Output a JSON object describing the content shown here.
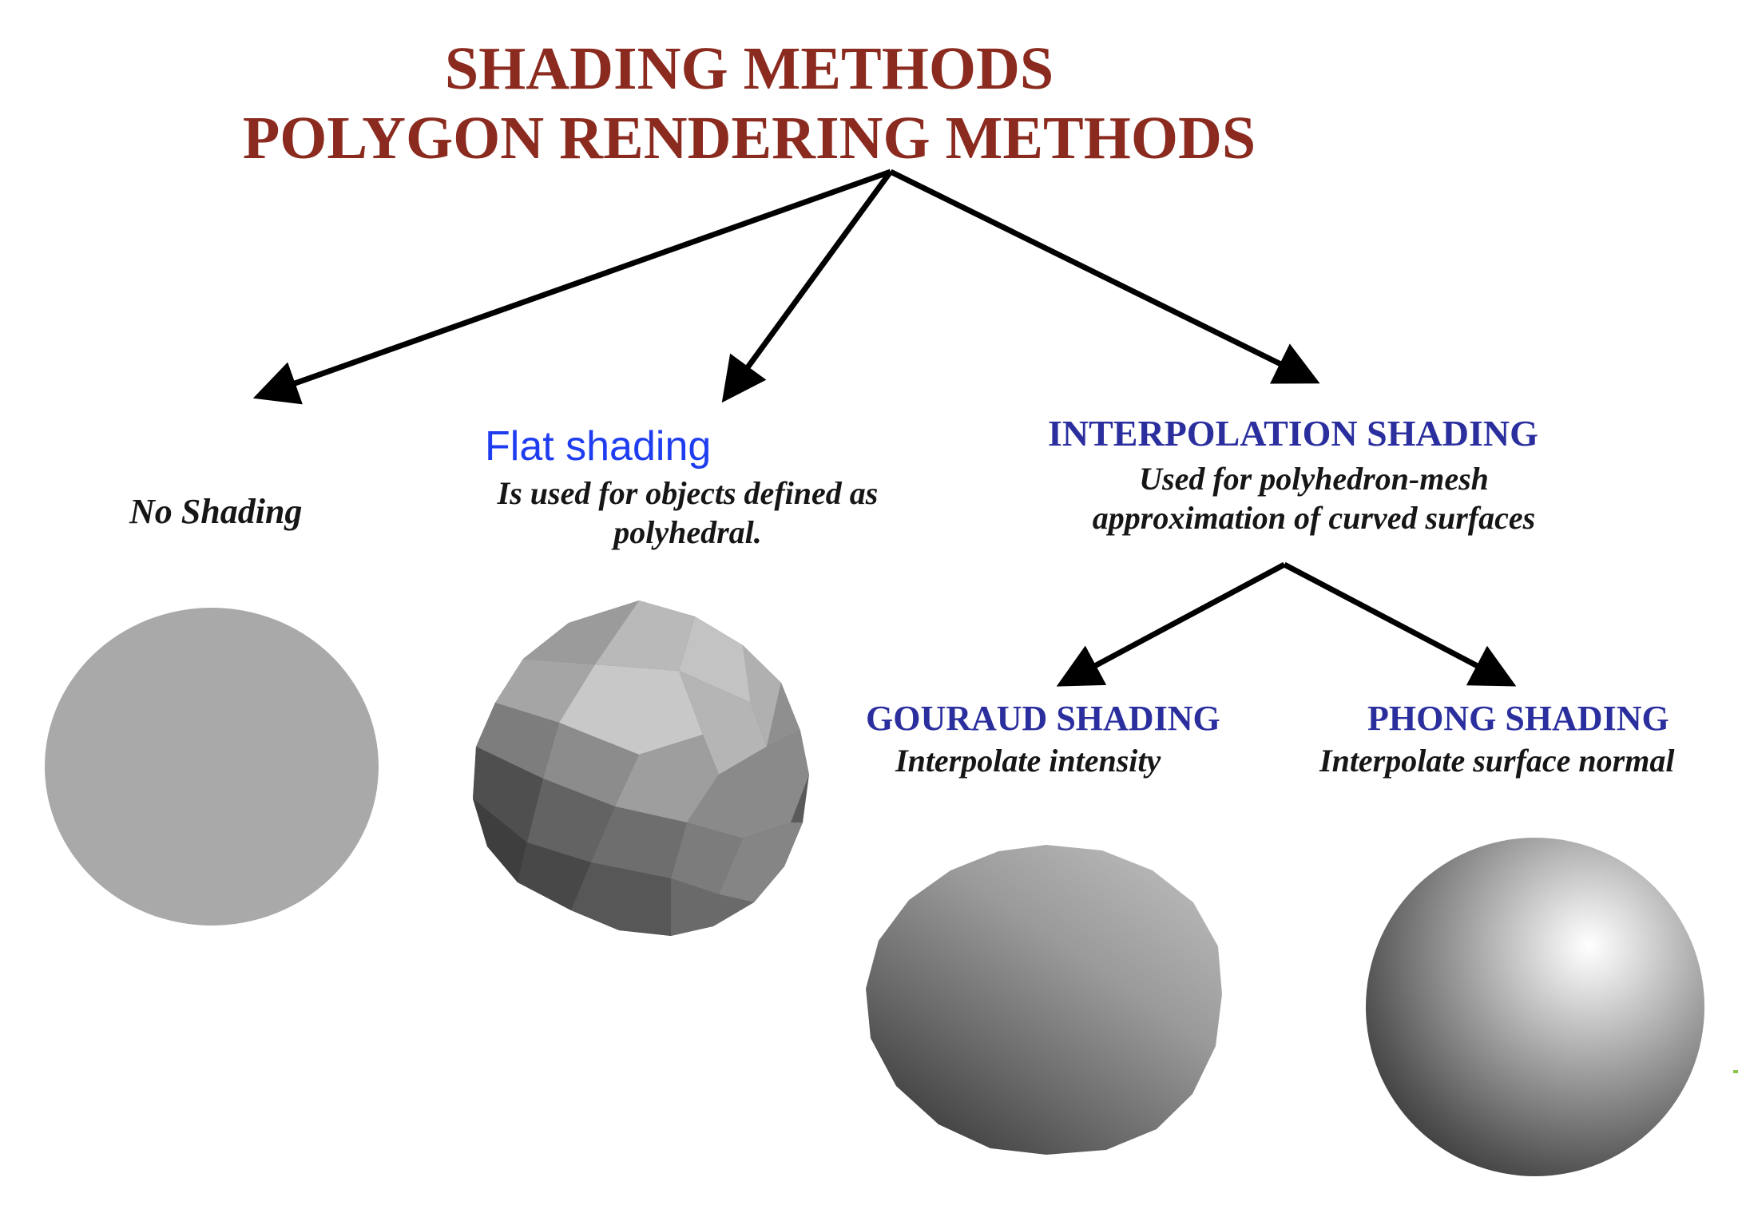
{
  "title": {
    "line1": "SHADING METHODS",
    "line2": "POLYGON RENDERING METHODS"
  },
  "branches": {
    "no_shading": {
      "name": "No Shading"
    },
    "flat": {
      "name": "Flat shading",
      "desc_line1": "Is used for objects defined as",
      "desc_line2": "polyhedral."
    },
    "interpolation": {
      "name": "INTERPOLATION SHADING",
      "desc_line1": "Used for polyhedron-mesh",
      "desc_line2": "approximation of curved surfaces"
    },
    "gouraud": {
      "name": "GOURAUD SHADING",
      "desc": "Interpolate intensity"
    },
    "phong": {
      "name": "PHONG SHADING",
      "desc": "Interpolate surface normal"
    }
  },
  "colors": {
    "title": "#8b2a1f",
    "heading_blue": "#2b2f9e",
    "flat_label_blue": "#1f3df0",
    "arrow": "#000000"
  }
}
